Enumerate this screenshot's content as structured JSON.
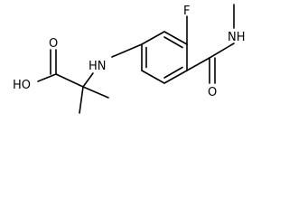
{
  "molecule": {
    "atom_labels": {
      "fluorine": "F",
      "amide_nitrogen": "NH",
      "amine_nitrogen": "HN",
      "hydroxyl": "HO",
      "carbonyl_oxygen_acid": "O",
      "carbonyl_oxygen_amide": "O"
    }
  }
}
